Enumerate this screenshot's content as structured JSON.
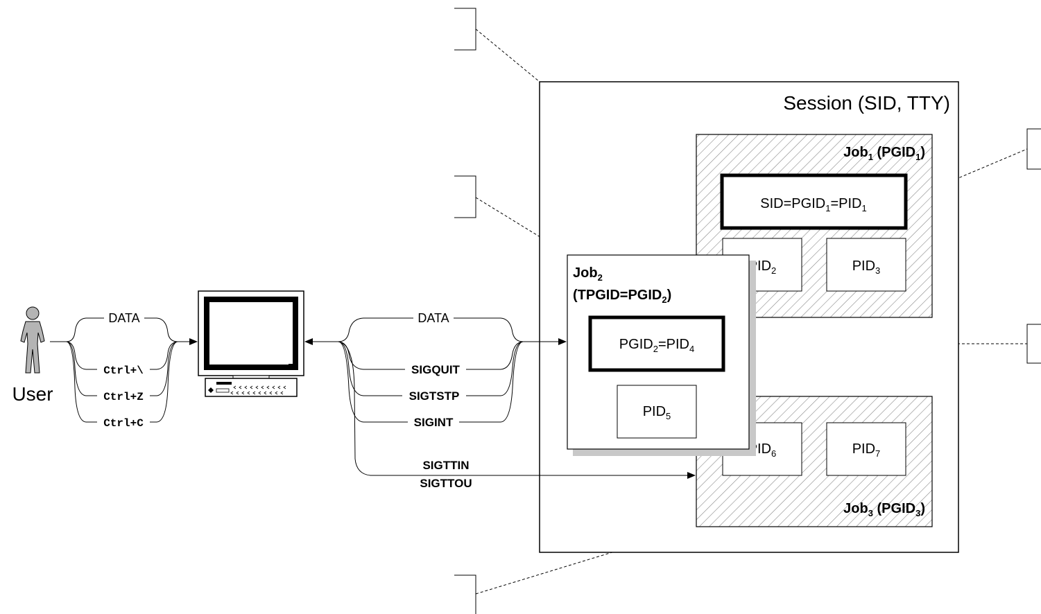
{
  "user": {
    "label": "User"
  },
  "left_flow": {
    "data_label": "DATA",
    "keys": [
      "Ctrl+\\",
      "Ctrl+Z",
      "Ctrl+C"
    ]
  },
  "right_flow": {
    "data_label": "DATA",
    "signals": [
      "SIGQUIT",
      "SIGTSTP",
      "SIGINT"
    ],
    "tty_signals_1": "SIGTTIN",
    "tty_signals_2": "SIGTTOU"
  },
  "session": {
    "label": "Session (SID, TTY)"
  },
  "job1": {
    "label_main": "Job",
    "label_sub": "1",
    "label_paren_open": " (PGID",
    "label_paren_sub": "1",
    "label_paren_close": ")",
    "leader_a": "SID=PGID",
    "leader_a_sub": "1",
    "leader_b": "=PID",
    "leader_b_sub": "1",
    "pid2_main": "PID",
    "pid2_sub": "2",
    "pid3_main": "PID",
    "pid3_sub": "3"
  },
  "job2": {
    "label_main": "Job",
    "label_sub": "2",
    "line2_main": "(TPGID=PGID",
    "line2_sub": "2",
    "line2_close": ")",
    "leader_a": "PGID",
    "leader_a_sub": "2",
    "leader_b": "=PID",
    "leader_b_sub": "4",
    "pid5_main": "PID",
    "pid5_sub": "5"
  },
  "job3": {
    "label_main": "Job",
    "label_sub": "3",
    "label_paren_open": " (PGID",
    "label_paren_sub": "3",
    "label_paren_close": ")",
    "pid6_main": "PID",
    "pid6_sub": "6",
    "pid7_main": "PID",
    "pid7_sub": "7"
  }
}
